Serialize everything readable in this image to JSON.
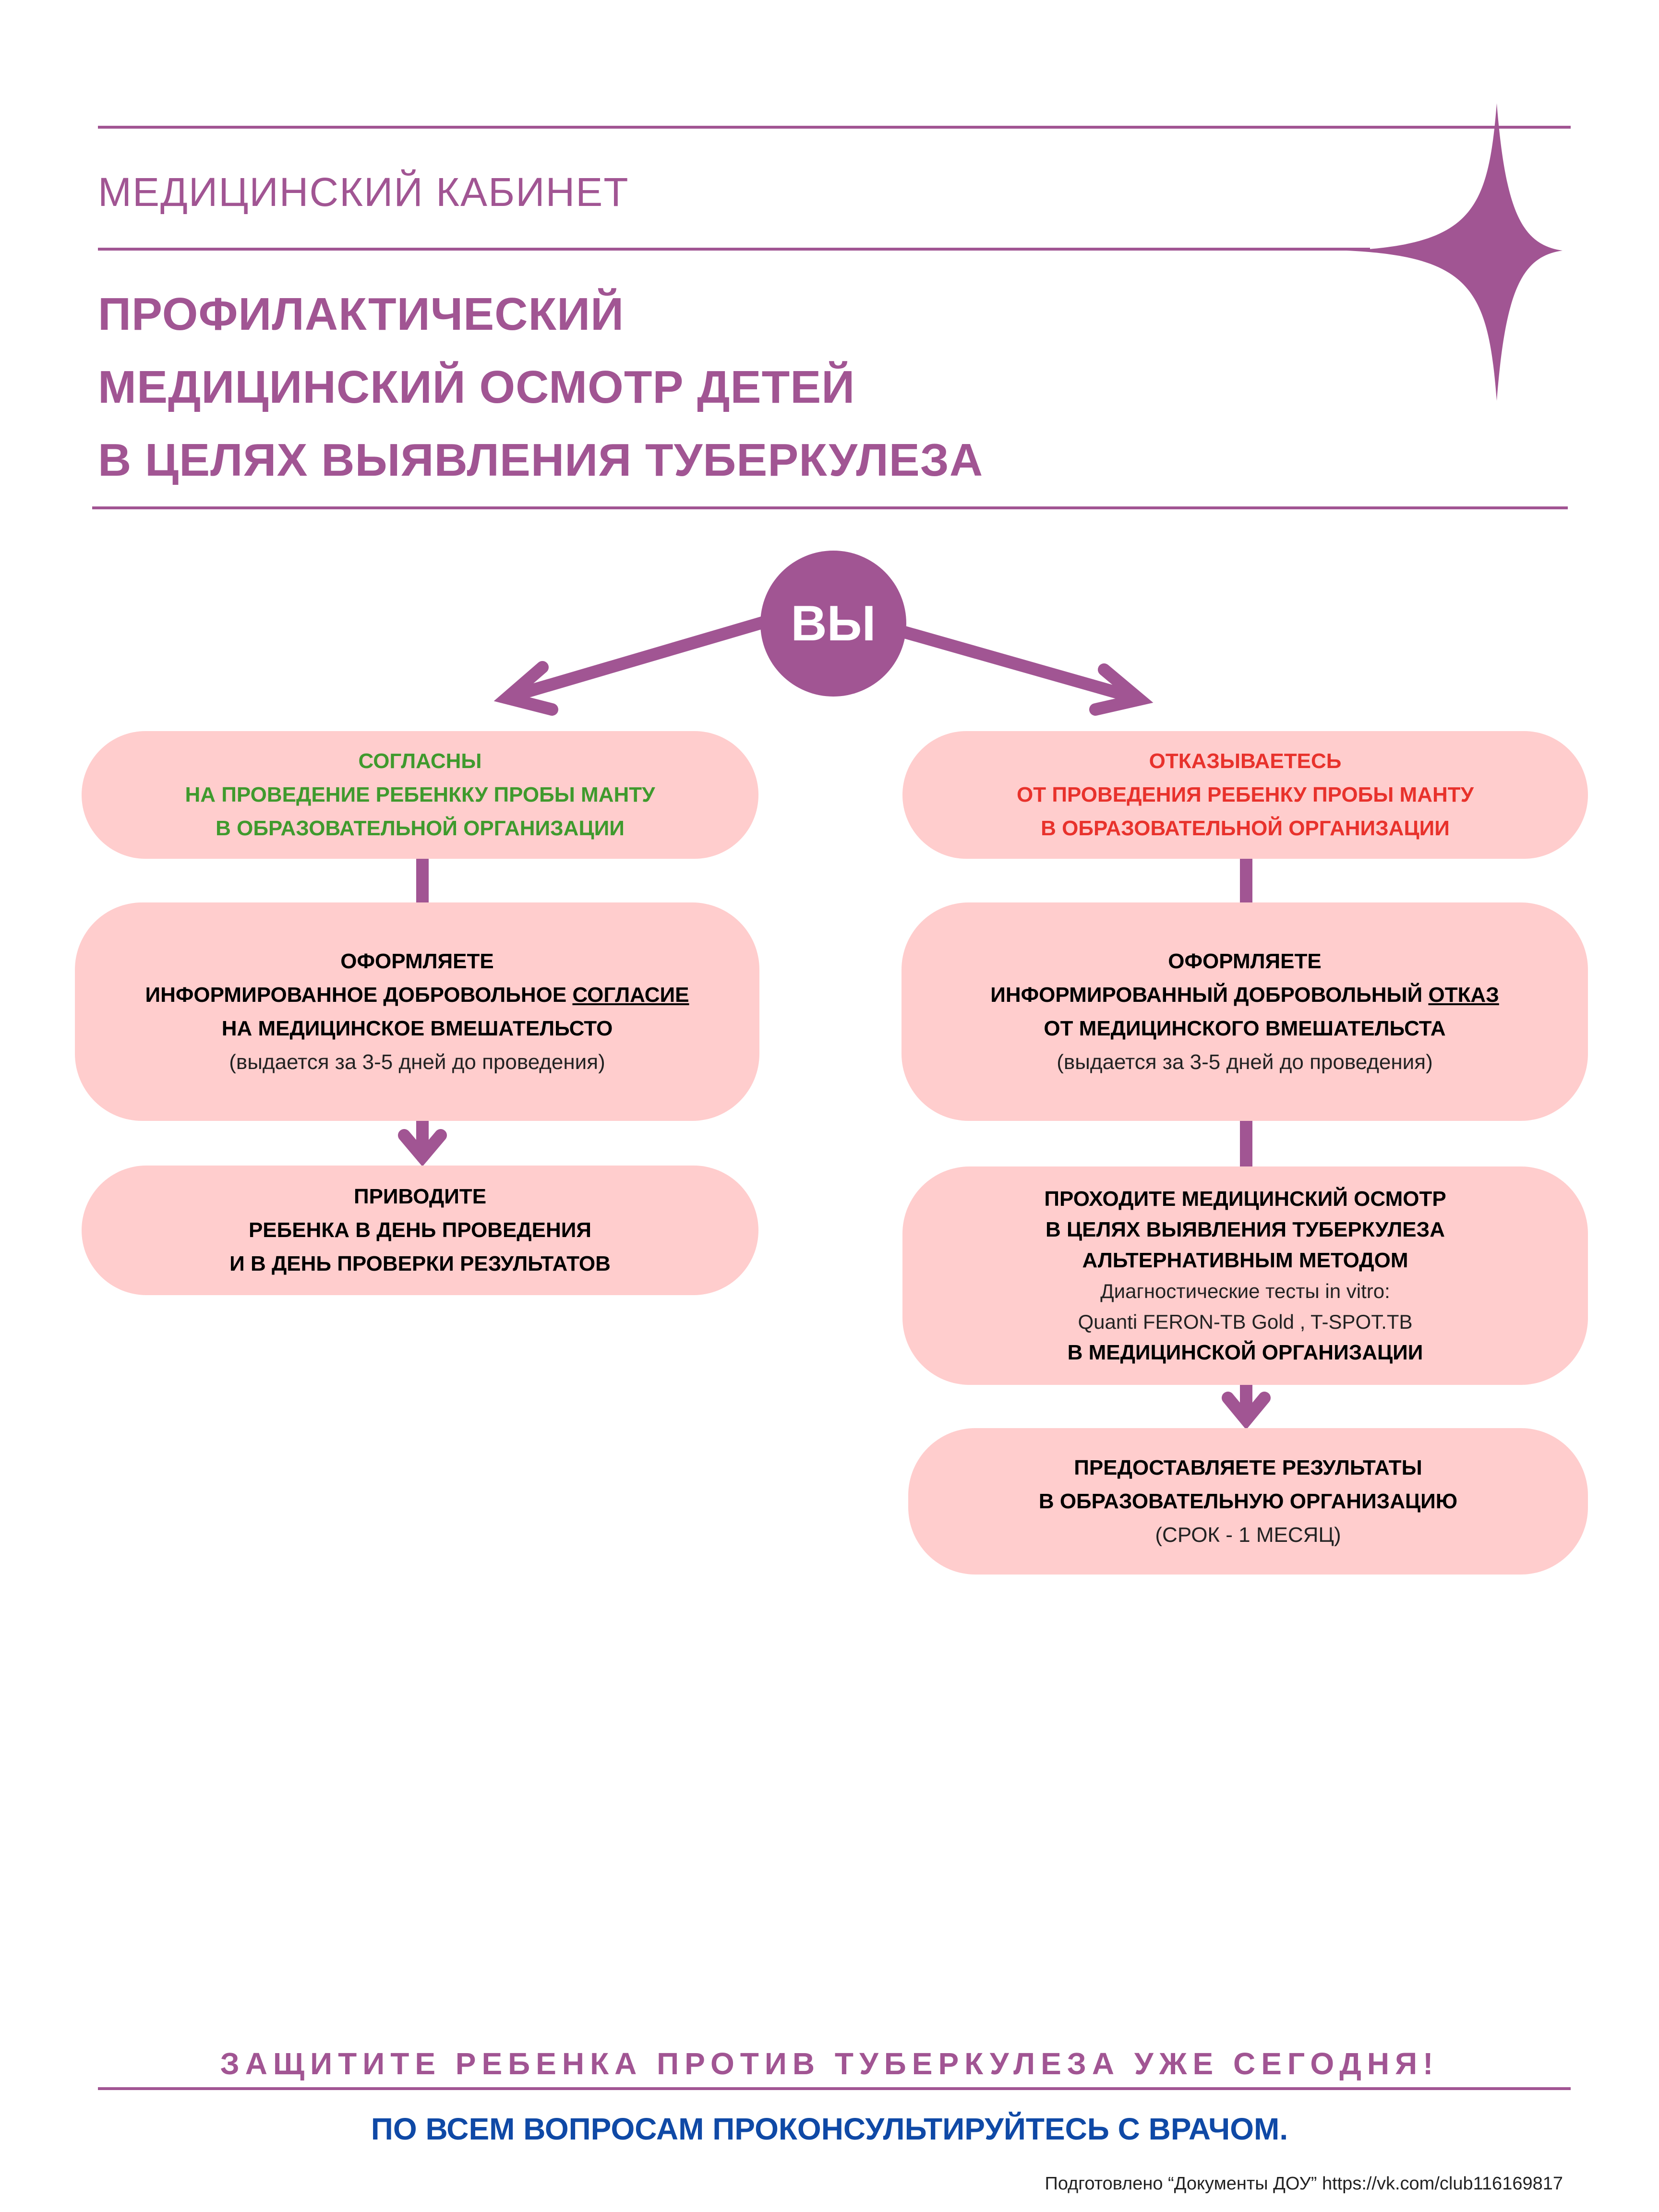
{
  "header": {
    "section_label": "МЕДИЦИНСКИЙ КАБИНЕТ",
    "title_lines": [
      "ПРОФИЛАКТИЧЕСКИЙ",
      "МЕДИЦИНСКИЙ ОСМОТР ДЕТЕЙ",
      "В ЦЕЛЯХ ВЫЯВЛЕНИЯ ТУБЕРКУЛЕЗА"
    ]
  },
  "flow": {
    "root": "ВЫ",
    "left": {
      "decision": {
        "l1": "СОГЛАСНЫ",
        "l2": "НА ПРОВЕДЕНИЕ РЕБЕНККУ ПРОБЫ МАНТУ",
        "l3": "В ОБРАЗОВАТЕЛЬНОЙ ОРГАНИЗАЦИИ"
      },
      "step1": {
        "l1": "ОФОРМЛЯЕТЕ",
        "l2_pre": "ИНФОРМИРОВАННОЕ ДОБРОВОЛЬНОЕ ",
        "l2_em": "СОГЛАСИЕ",
        "l3": "НА МЕДИЦИНСКОЕ ВМЕШАТЕЛЬСТО",
        "note": "(выдается за 3-5 дней до проведения)"
      },
      "step2": {
        "l1": "ПРИВОДИТЕ",
        "l2": "РЕБЕНКА В ДЕНЬ ПРОВЕДЕНИЯ",
        "l3": "И В ДЕНЬ ПРОВЕРКИ РЕЗУЛЬТАТОВ"
      }
    },
    "right": {
      "decision": {
        "l1": "ОТКАЗЫВАЕТЕСЬ",
        "l2": "ОТ ПРОВЕДЕНИЯ РЕБЕНКУ ПРОБЫ МАНТУ",
        "l3": "В ОБРАЗОВАТЕЛЬНОЙ ОРГАНИЗАЦИИ"
      },
      "step1": {
        "l1": "ОФОРМЛЯЕТЕ",
        "l2_pre": "ИНФОРМИРОВАННЫЙ ДОБРОВОЛЬНЫЙ ",
        "l2_em": "ОТКАЗ",
        "l3": "ОТ МЕДИЦИНСКОГО ВМЕШАТЕЛЬСТА",
        "note": "(выдается за 3-5 дней до проведения)"
      },
      "step2": {
        "l1": "ПРОХОДИТЕ МЕДИЦИНСКИЙ ОСМОТР",
        "l2": "В ЦЕЛЯХ ВЫЯВЛЕНИЯ ТУБЕРКУЛЕЗА",
        "l3": "АЛЬТЕРНАТИВНЫМ МЕТОДОМ",
        "l4": "Диагностические тесты in vitro:",
        "l5": "Quanti FERON-TB Gold , T-SPOT.TB",
        "l6": "В МЕДИЦИНСКОЙ ОРГАНИЗАЦИИ"
      },
      "step3": {
        "l1": "ПРЕДОСТАВЛЯЕТЕ РЕЗУЛЬТАТЫ",
        "l2": "В ОБРАЗОВАТЕЛЬНУЮ ОРГАНИЗАЦИЮ",
        "l3": "(СРОК - 1 МЕСЯЦ)"
      }
    }
  },
  "footer": {
    "slogan": "ЗАЩИТИТЕ РЕБЕНКА ПРОТИВ ТУБЕРКУЛЕЗА УЖЕ СЕГОДНЯ!",
    "consult": "ПО ВСЕМ ВОПРОСАМ ПРОКОНСУЛЬТИРУЙТЕСЬ С ВРАЧОМ.",
    "credit": "Подготовлено “Документы ДОУ” https://vk.com/club116169817"
  },
  "colors": {
    "accent": "#a15593",
    "box": "#ffcdcd",
    "agree": "#3f9a2d",
    "refuse": "#e8322c",
    "consult": "#0f49a6"
  }
}
